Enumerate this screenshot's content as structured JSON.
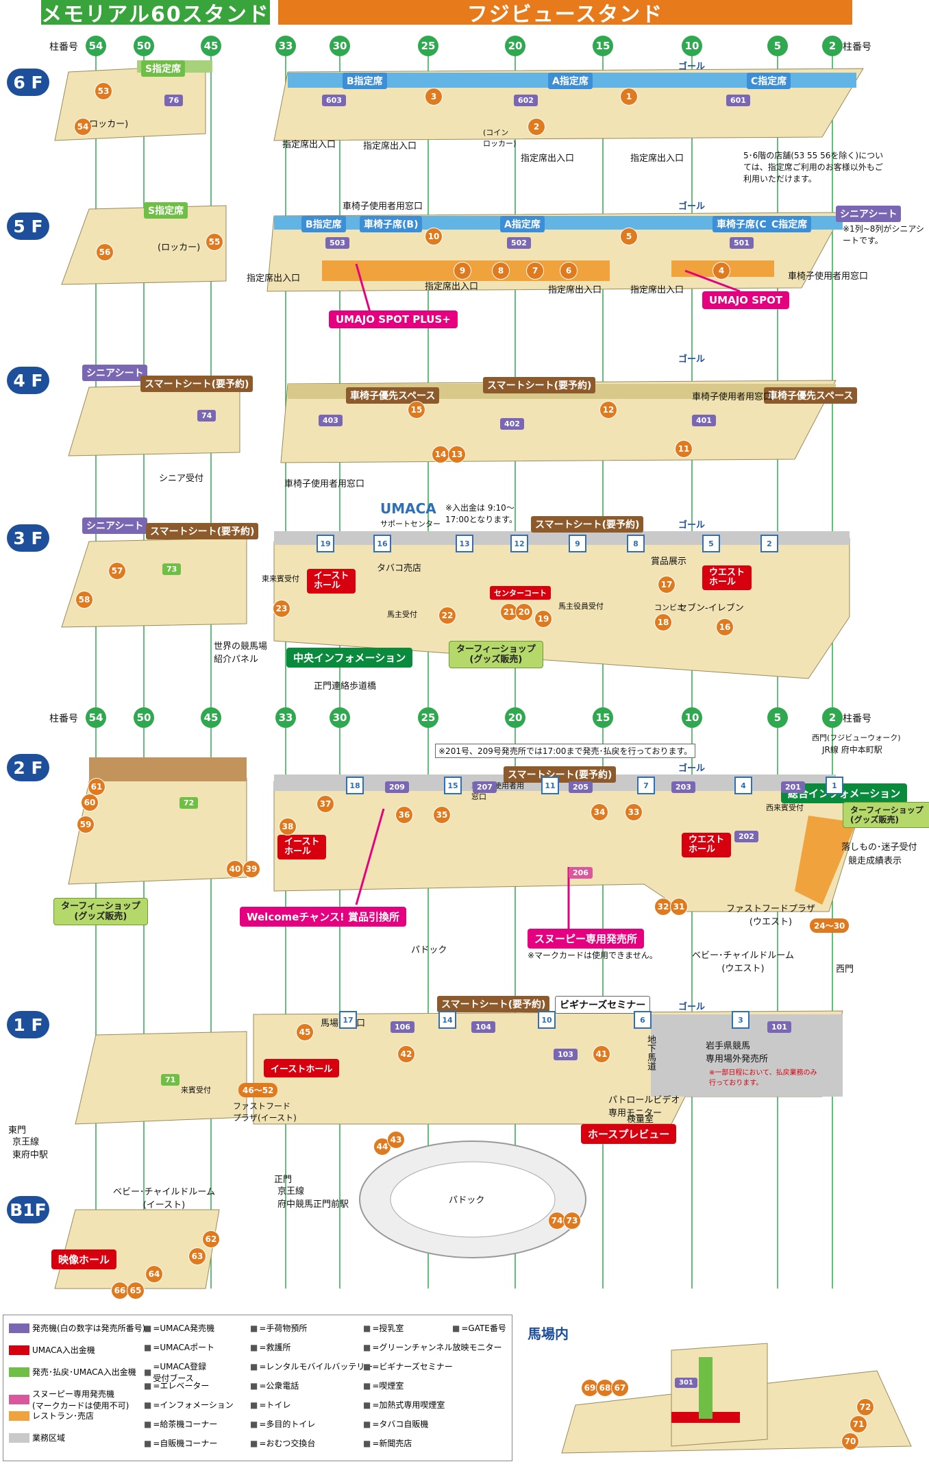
{
  "headers": {
    "memorial": "メモリアル60スタンド",
    "fuji": "フジビュースタンド"
  },
  "pillar_label": "柱番号",
  "pillars": [
    "54",
    "50",
    "45",
    "33",
    "30",
    "25",
    "20",
    "15",
    "10",
    "5",
    "2"
  ],
  "floors": [
    "6 F",
    "5 F",
    "4 F",
    "3 F",
    "2 F",
    "1 F",
    "B1F"
  ],
  "goal": "ゴール",
  "f6": {
    "s": "S指定席",
    "b": "B指定席",
    "a": "A指定席",
    "c": "C指定席",
    "locker": "(ロッカー)",
    "coin_locker": "(コイン\nロッカー)",
    "entrance": "指定席出入口",
    "note": "5･6階の店舗(53 55 56を除く)については、指定席ご利用のお客様以外もご利用いただけます。",
    "rooms": [
      "76",
      "603",
      "602",
      "601"
    ],
    "shops": [
      "53",
      "54",
      "3",
      "1",
      "2"
    ]
  },
  "f5": {
    "s": "S指定席",
    "b": "B指定席",
    "a": "A指定席",
    "c": "C指定席",
    "wb": "車椅子席(B)",
    "wc": "車椅子席(C)",
    "senior": "シニアシート",
    "senior_note": "※1列~8列がシニアシートです。",
    "wheel_window": "車椅子使用者用窓口",
    "locker": "(ロッカー)",
    "entrance": "指定席出入口",
    "rooms": [
      "503",
      "502",
      "501"
    ],
    "shops": [
      "56",
      "55",
      "10",
      "5",
      "9",
      "8",
      "7",
      "6",
      "4"
    ],
    "spot_plus": "UMAJO SPOT PLUS+",
    "spot": "UMAJO SPOT"
  },
  "f4": {
    "senior": "シニアシート",
    "smart": "スマートシート(要予約)",
    "wheel_pri": "車椅子優先スペース",
    "wheel_window": "車椅子使用者用窓口",
    "senior_desk": "シニア受付",
    "rooms": [
      "74",
      "403",
      "402",
      "401"
    ],
    "shops": [
      "15",
      "12",
      "14",
      "13",
      "11"
    ]
  },
  "f3": {
    "senior": "シニアシート",
    "smart": "スマートシート(要予約)",
    "umaca": "UMACA",
    "umaca_sub": "サポートセンター",
    "umaca_note": "※入出金は 9:10～17:00となります。",
    "tobacco": "タバコ売店",
    "east_hall": "イースト\nホール",
    "west_hall": "ウエスト\nホール",
    "center_court": "センターコート",
    "owner_desk": "馬主受付",
    "owner_room": "馬主役員受付",
    "visitor_desk": "東来賓受付",
    "prize": "賞品展示",
    "seven": "セブン-イレブン",
    "konbini": "コンビニ",
    "world_panel": "世界の競馬場\n紹介パネル",
    "bridge": "正門連絡歩道橋",
    "info": "中央インフォメーション",
    "turfy": "ターフィーショップ\n(グッズ販売)",
    "rooms": [
      "73"
    ],
    "gates": [
      "19",
      "16",
      "13",
      "12",
      "9",
      "8",
      "5",
      "2"
    ],
    "shops": [
      "57",
      "58",
      "23",
      "22",
      "21",
      "20",
      "19",
      "17",
      "18",
      "16"
    ]
  },
  "f2": {
    "note": "※201号、209号発売所では17:00まで発売･払戻を行っております。",
    "smart": "スマートシート(要予約)",
    "wheel_window": "車椅子使用者用\n窓口",
    "east_hall": "イースト\nホール",
    "west_hall": "ウエスト\nホール",
    "visitor_west": "西来賓受付",
    "welcome": "Welcomeチャンス! 賞品引換所",
    "snoopy": "スヌーピー専用発売所",
    "snoopy_note": "※マークカードは使用できません。",
    "paddock": "パドック",
    "general_info": "総合インフォメーション",
    "turfy_r": "ターフィーショップ\n(グッズ販売)",
    "turfy_l": "ターフィーショップ\n(グッズ販売)",
    "lost": "落しもの･迷子受付",
    "results": "競走成績表示",
    "ff_west": "ファストフードプラザ\n(ウエスト)",
    "baby_west": "ベビー･チャイルドルーム\n(ウエスト)",
    "west_gate": "西門",
    "west_gate_fuji": "西門(フジビューウォーク)",
    "jr": "JR線 府中本町駅",
    "rooms": [
      "72",
      "209",
      "207",
      "206",
      "205",
      "203",
      "202",
      "201"
    ],
    "gates": [
      "18",
      "15",
      "11",
      "7",
      "4",
      "1"
    ],
    "shops": [
      "61",
      "60",
      "59",
      "37",
      "38",
      "36",
      "40",
      "39",
      "35",
      "34",
      "33",
      "32",
      "31",
      "24～30"
    ]
  },
  "f1": {
    "course_entrance": "馬場内入口",
    "smart": "スマートシート(要予約)",
    "beginner": "ビギナーズセミナー",
    "east_hall": "イーストホール",
    "ff_east": "ファストフード\nプラザ(イースト)",
    "visitor": "来賓受付",
    "horse_preview": "ホースプレビュー",
    "patrol": "パトロールビデオ\n専用モニター",
    "inspection": "検量室",
    "underpass": "地下馬道",
    "iwate": "岩手県競馬\n専用場外発売所",
    "iwate_note": "※一部日程において、払戻業務のみ行っております。",
    "east_gate": "東門",
    "keio_east": "京王線\n東府中駅",
    "main_gate": "正門",
    "keio_main": "京王線\n府中競馬正門前駅",
    "paddock": "パドック",
    "rooms": [
      "71",
      "106",
      "104",
      "103",
      "101"
    ],
    "gates": [
      "17",
      "14",
      "10",
      "6",
      "3"
    ],
    "shops": [
      "45",
      "42",
      "41",
      "46～52",
      "44",
      "43",
      "74",
      "73"
    ]
  },
  "b1": {
    "baby_east": "ベビー･チャイルドルーム\n(イースト)",
    "video_hall": "映像ホール",
    "shops": [
      "62",
      "63",
      "64",
      "66",
      "65"
    ]
  },
  "legend": {
    "title": "馬場内",
    "items": [
      {
        "label": "発売機(白の数字は発売所番号)",
        "color": "#7a67b3"
      },
      {
        "label": "UMACA入出金機",
        "color": "#d7000f"
      },
      {
        "label": "発売･払戻･UMACA入出金機",
        "color": "#6fbe45"
      },
      {
        "label": "スヌーピー専用発売機\n(マークカードは使用不可)",
        "color": "#d8579d"
      },
      {
        "label": "レストラン･売店",
        "color": "#f0a23c"
      },
      {
        "label": "業務区域",
        "color": "#c9c9c9"
      }
    ],
    "icons": [
      "=UMACA発売機",
      "=UMACAポート",
      "=UMACA登録\n受付ブース",
      "=エレベーター",
      "=インフォメーション",
      "=給茶機コーナー",
      "=自販機コーナー",
      "=手荷物預所",
      "=救護所",
      "=レンタルモバイルバッテリー",
      "=公衆電話",
      "=トイレ",
      "=多目的トイレ",
      "=おむつ交換台",
      "=授乳室",
      "=グリーンチャンネル放映モニター",
      "=ビギナーズセミナー",
      "=喫煙室",
      "=加熱式専用喫煙室",
      "=タバコ自販機",
      "=新聞売店",
      "=GATE番号"
    ],
    "inner_shops": [
      "69",
      "68",
      "67",
      "72",
      "71",
      "70"
    ],
    "inner_room": "301"
  }
}
